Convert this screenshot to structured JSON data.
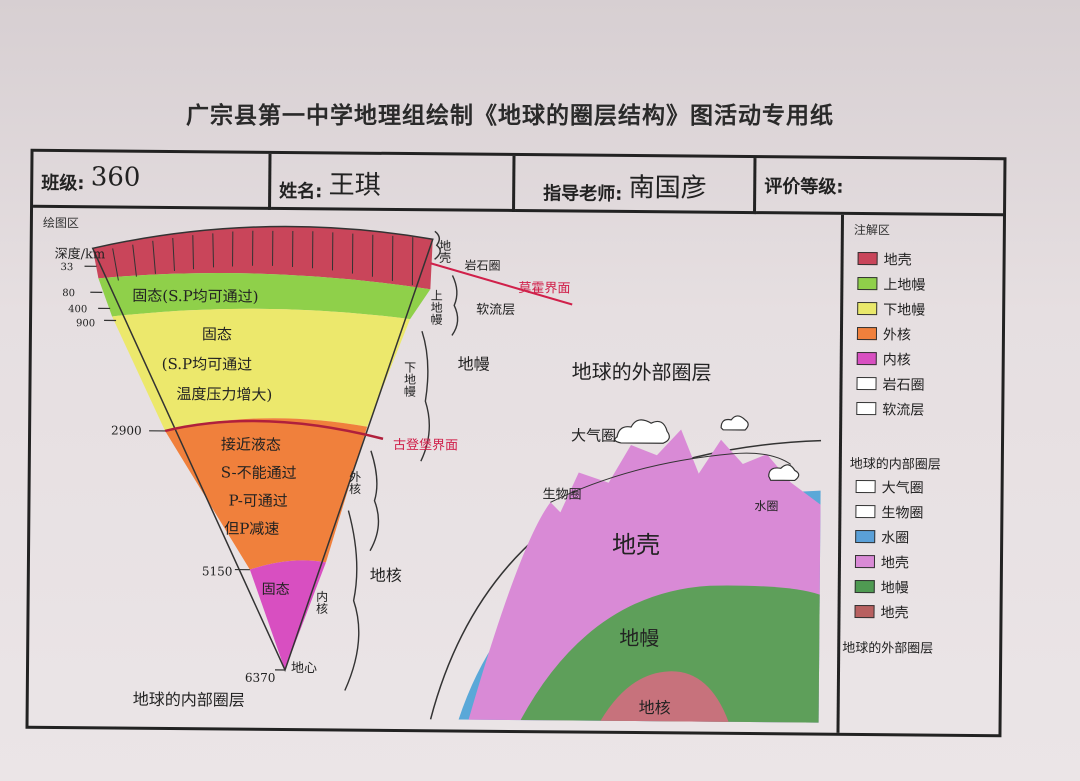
{
  "page_title": "广宗县第一中学地理组绘制《地球的圈层结构》图活动专用纸",
  "header": {
    "class_label": "班级:",
    "class_value": "360",
    "name_label": "姓名:",
    "name_value": "王琪",
    "teacher_label": "指导老师:",
    "teacher_value": "南国彦",
    "grade_label": "评价等级:"
  },
  "drawing_area_label": "绘图区",
  "legend_area_label": "注解区",
  "internal": {
    "depth_label": "深度/km",
    "depth_ticks": [
      "33",
      "80",
      "400",
      "900",
      "2900",
      "5150",
      "6370"
    ],
    "layer1_text": "固态(S.P均可通过)",
    "layer2_text": [
      "固态",
      "(S.P均可通过",
      "温度压力增大)"
    ],
    "layer3_text": [
      "接近液态",
      "S-不能通过",
      "P-可通过",
      "但P减速"
    ],
    "layer4_text": "固态",
    "crust_label": "地壳",
    "lithosphere_label": "岩石圈",
    "moho_label": "莫霍界面",
    "asthenosphere_label": "软流层",
    "upper_mantle_label": "上地幔",
    "lower_mantle_label": "下地幔",
    "mantle_label": "地幔",
    "gutenberg_label": "古登堡界面",
    "outer_core_label": "外核",
    "inner_core_label": "内核",
    "core_label": "地核",
    "center_label": "地心",
    "caption": "地球的内部圈层"
  },
  "external": {
    "title": "地球的外部圈层",
    "atmosphere_label": "大气圈",
    "biosphere_label": "生物圈",
    "hydrosphere_label": "水圈",
    "crust_label": "地壳",
    "mantle_label": "地幔",
    "core_label": "地核"
  },
  "legend": {
    "internal_items": [
      {
        "label": "地壳",
        "color": "#c9455a"
      },
      {
        "label": "上地幔",
        "color": "#8fd04a"
      },
      {
        "label": "下地幔",
        "color": "#e9e86a"
      },
      {
        "label": "外核",
        "color": "#f0803c"
      },
      {
        "label": "内核",
        "color": "#d84fc1"
      },
      {
        "label": "岩石圈",
        "color": "#ffffff"
      },
      {
        "label": "软流层",
        "color": "#ffffff"
      }
    ],
    "internal_caption": "地球的内部圈层",
    "external_items": [
      {
        "label": "大气圈",
        "color": "#ffffff"
      },
      {
        "label": "生物圈",
        "color": "#ffffff"
      },
      {
        "label": "水圈",
        "color": "#5aa0d8"
      },
      {
        "label": "地壳",
        "color": "#d98ad6"
      },
      {
        "label": "地幔",
        "color": "#4f9a52"
      },
      {
        "label": "地壳",
        "color": "#b86060"
      }
    ],
    "external_caption": "地球的外部圈层"
  },
  "colors": {
    "crust": "#c9455a",
    "upper_mantle": "#8fd04a",
    "lower_mantle": "#ece86c",
    "outer_core": "#f0803c",
    "inner_core": "#d84fc1",
    "ext_crust": "#d98ad6",
    "ext_mantle": "#5e9f5a",
    "ext_core": "#c7727c",
    "hydro": "#5aa8d8"
  }
}
